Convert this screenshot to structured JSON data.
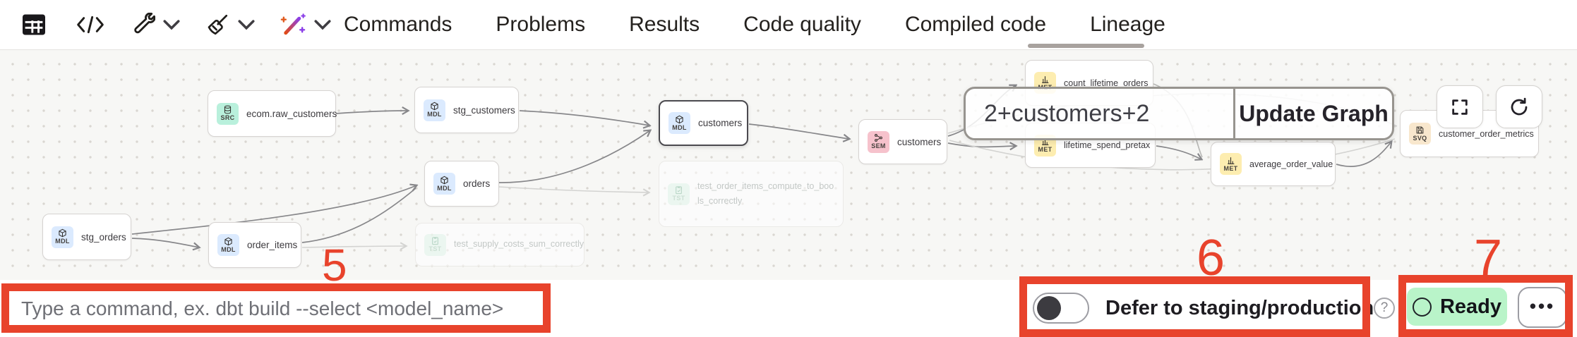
{
  "toolbar": {
    "icons": [
      "table",
      "code",
      "wrench",
      "chevron-down",
      "broom",
      "chevron-down",
      "magic-wand",
      "chevron-down"
    ]
  },
  "tabs": {
    "items": [
      "Commands",
      "Problems",
      "Results",
      "Code quality",
      "Compiled code",
      "Lineage"
    ],
    "active": "Lineage"
  },
  "graph": {
    "overlay": {
      "selector_value": "2+customers+2",
      "update_button": "Update Graph"
    },
    "nodes": [
      {
        "badge": "SRC",
        "label": "ecom.raw_customers"
      },
      {
        "badge": "MDL",
        "label": "stg_customers"
      },
      {
        "badge": "MDL",
        "label": "orders"
      },
      {
        "badge": "MDL",
        "label": "stg_orders"
      },
      {
        "badge": "MDL",
        "label": "order_items"
      },
      {
        "badge": "MDL",
        "label": "customers",
        "selected": true
      },
      {
        "badge": "SEM",
        "label": "customers"
      },
      {
        "badge": "MET",
        "label": "count_lifetime_orders"
      },
      {
        "badge": "MET",
        "label": "lifetime_spend_pretax"
      },
      {
        "badge": "MET",
        "label": "average_order_value"
      },
      {
        "badge": "SVQ",
        "label": "customer_order_metrics"
      },
      {
        "badge": "TST",
        "label": "test_order_items_compute_to_bools_correctly",
        "faded": true
      },
      {
        "badge": "TST",
        "label": "test_supply_costs_sum_correctly",
        "faded": true
      }
    ],
    "edges": [
      [
        "ecom.raw_customers",
        "stg_customers"
      ],
      [
        "stg_customers",
        "customers"
      ],
      [
        "orders",
        "customers"
      ],
      [
        "stg_orders",
        "order_items"
      ],
      [
        "stg_orders",
        "orders"
      ],
      [
        "order_items",
        "orders"
      ],
      [
        "order_items",
        "test_supply_costs_sum_correctly"
      ],
      [
        "orders",
        "test_order_items_compute_to_bools_correctly"
      ],
      [
        "customers",
        "customers(SEM)"
      ],
      [
        "customers(SEM)",
        "count_lifetime_orders"
      ],
      [
        "customers(SEM)",
        "lifetime_spend_pretax"
      ],
      [
        "count_lifetime_orders",
        "average_order_value"
      ],
      [
        "lifetime_spend_pretax",
        "average_order_value"
      ],
      [
        "average_order_value",
        "customer_order_metrics"
      ]
    ]
  },
  "bottom_bar": {
    "command_placeholder": "Type a command, ex. dbt build --select <model_name>",
    "defer_toggle_label": "Defer to staging/production",
    "defer_toggle_state": "off",
    "help_icon": "?",
    "ready_button": "Ready",
    "more_button": "•••"
  },
  "annotations": {
    "color": "#e8432c",
    "labels": [
      {
        "number": "5",
        "target": "command-input"
      },
      {
        "number": "6",
        "target": "defer-toggle"
      },
      {
        "number": "7",
        "target": "ready-status"
      }
    ]
  }
}
